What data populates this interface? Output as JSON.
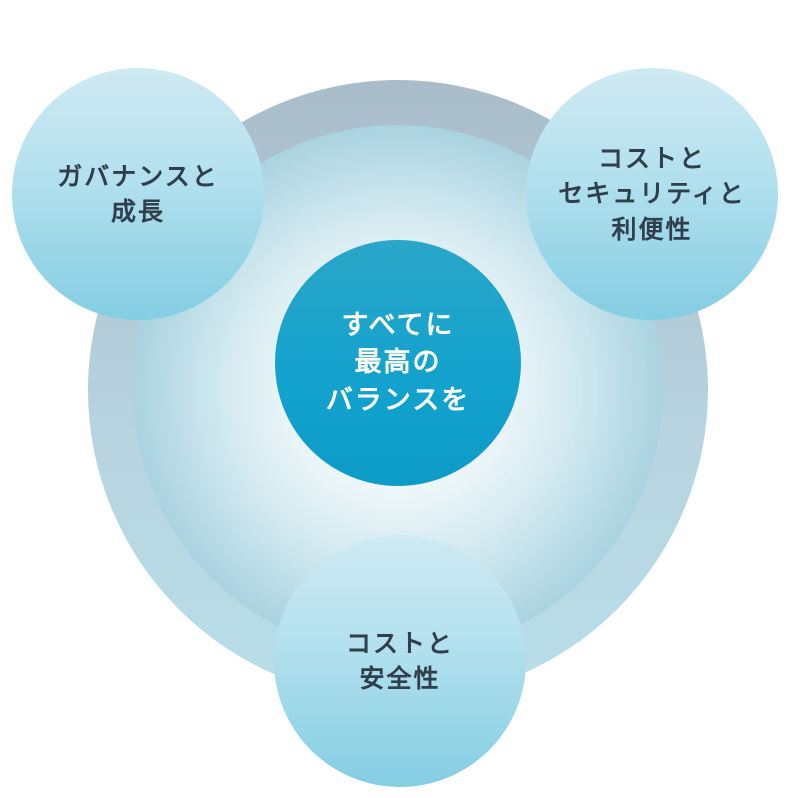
{
  "diagram": {
    "center": {
      "label": "すべてに\n最高の\nバランスを"
    },
    "satellites": {
      "left": {
        "label": "ガバナンスと\n成長"
      },
      "right": {
        "label": "コストと\nセキュリティと\n利便性"
      },
      "bottom": {
        "label": "コストと\n安全性"
      }
    },
    "colors": {
      "hub": "#12a2cd",
      "hub_text": "#ffffff",
      "satellite_top": "#cfeaf3",
      "satellite_bottom": "#84cde3",
      "satellite_text": "#2f3f4b",
      "outer_ring": "#b0c6d3",
      "inner_glow": "#ffffff"
    }
  }
}
